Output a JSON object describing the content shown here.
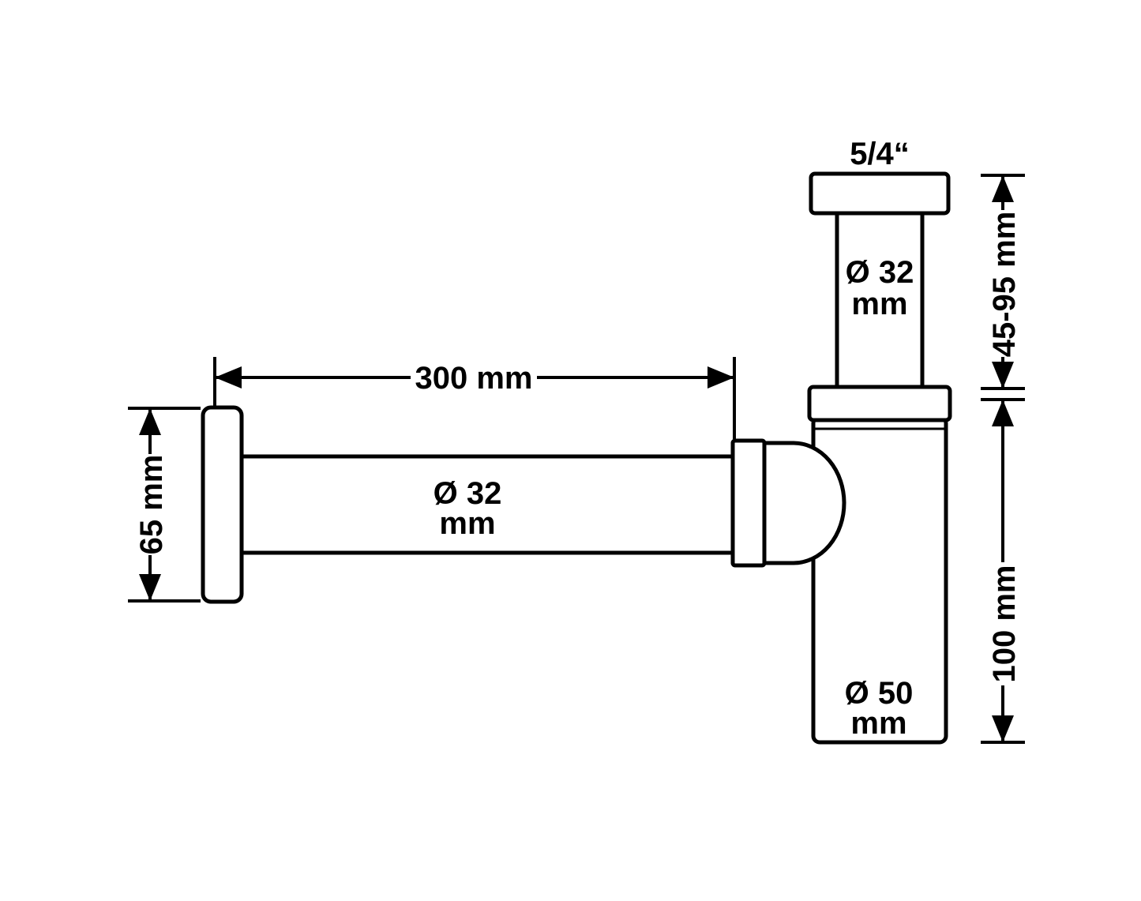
{
  "drawing": {
    "subject": "bottle-trap-siphon-dimensional-drawing",
    "colors": {
      "ink": "#000000",
      "background": "#ffffff"
    },
    "labels": {
      "thread_size": "5/4“",
      "inlet_dia_1": "Ø 32",
      "inlet_dia_2": "mm",
      "inlet_height_range": "45-95 mm",
      "pipe_length": "300 mm",
      "pipe_dia_1": "Ø 32",
      "pipe_dia_2": "mm",
      "flange_height": "65 mm",
      "body_dia_1": "Ø 50",
      "body_dia_2": "mm",
      "body_height": "100 mm"
    }
  }
}
